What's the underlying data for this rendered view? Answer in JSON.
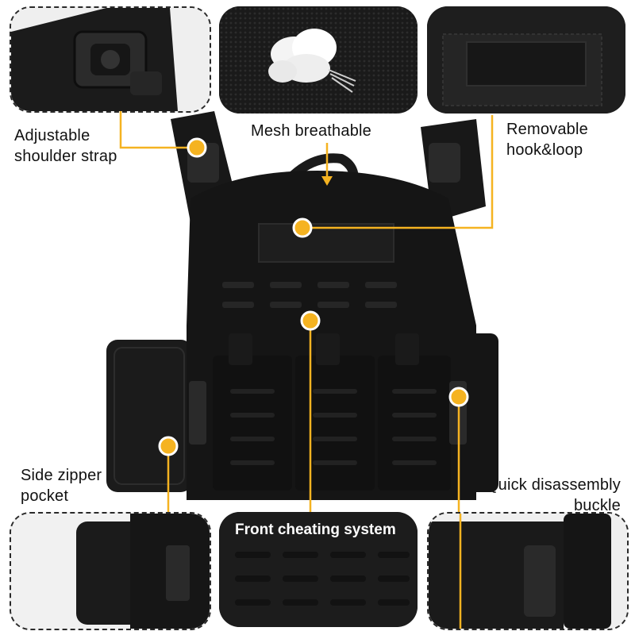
{
  "labels": {
    "shoulder": "Adjustable\nshoulder strap",
    "mesh": "Mesh breathable",
    "hookloop": "Removable\nhook&loop",
    "side_pocket": "Side zipper\npocket",
    "front_system": "Front cheating system",
    "quick_buckle": "Quick disassembly\nbuckle"
  },
  "colors": {
    "accent": "#f5b321",
    "vest": "#151515",
    "text": "#111111"
  },
  "icons": [
    "callout-dot",
    "buckle-icon",
    "mesh-cloud-icon",
    "velcro-patch-icon"
  ]
}
